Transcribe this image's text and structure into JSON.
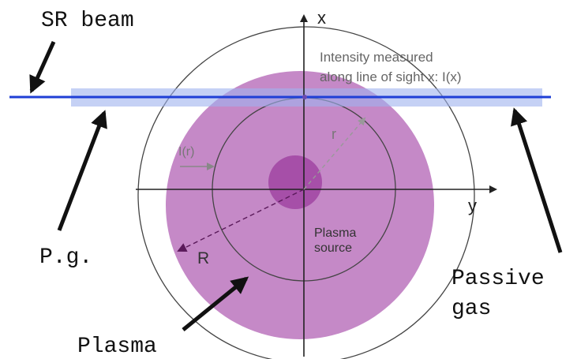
{
  "labels": {
    "sr_beam": "SR beam",
    "pg": "P.g.",
    "passive_line1": "Passive",
    "passive_line2": "gas",
    "plasma": "Plasma",
    "axis_x": "x",
    "axis_y": "y",
    "intensity_line1": "Intensity measured",
    "intensity_line2": "along line of sight x: I(x)",
    "radius_r": "r",
    "radius_R": "R",
    "intensity_r": "I(r)",
    "source_line1": "Plasma",
    "source_line2": "source"
  },
  "colors": {
    "plasma_fill": "#c589c7",
    "plasma_outline": "#333333",
    "source_fill": "#a64fa8",
    "beam_line": "#1f3fd6",
    "beam_band": "#9fb3ef",
    "axis": "#222222",
    "annotation_text": "#555555",
    "arrow": "#111111"
  }
}
